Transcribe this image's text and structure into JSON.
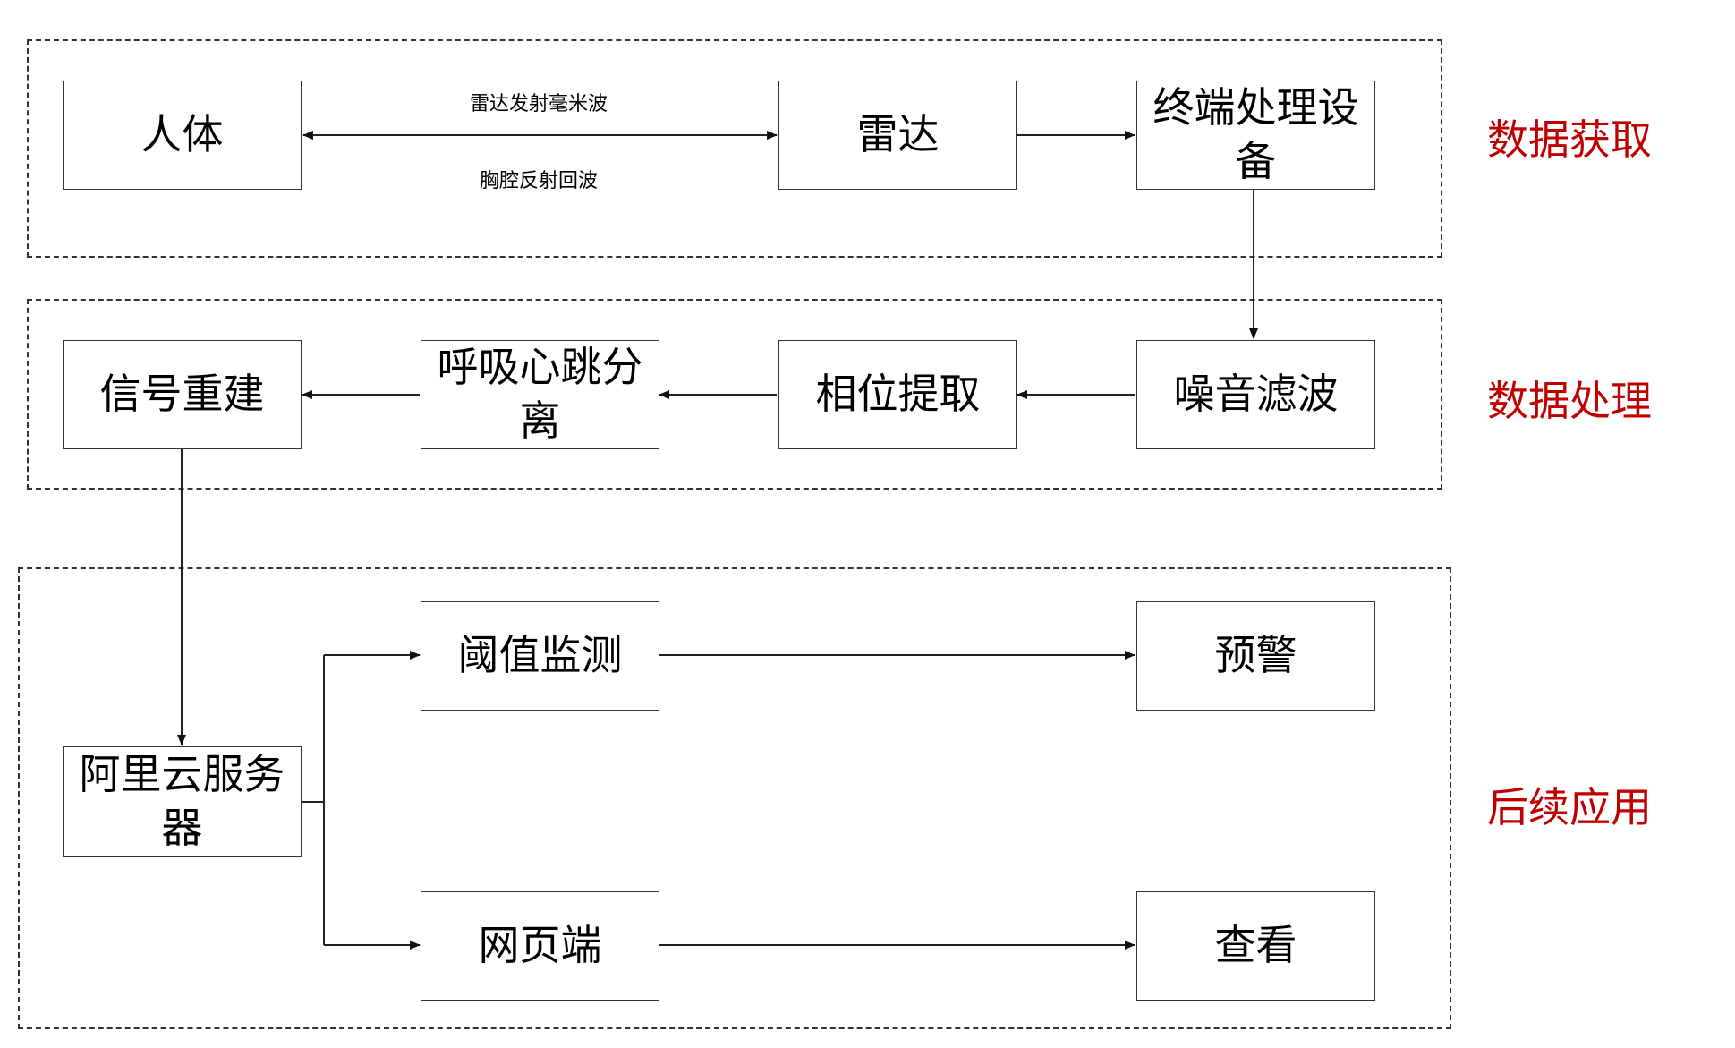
{
  "stages": {
    "acquisition": "数据获取",
    "processing": "数据处理",
    "application": "后续应用"
  },
  "nodes": {
    "human": "人体",
    "radar": "雷达",
    "terminal": "终端处理设备",
    "noise_filter": "噪音滤波",
    "phase_extract": "相位提取",
    "separation": "呼吸心跳分离",
    "reconstruct": "信号重建",
    "aliyun": "阿里云服务器",
    "threshold": "阈值监测",
    "warning": "预警",
    "web": "网页端",
    "view": "查看"
  },
  "edge_labels": {
    "emit": "雷达发射毫米波",
    "echo": "胸腔反射回波"
  },
  "colors": {
    "stage_label": "#c00000",
    "line": "#333333"
  }
}
